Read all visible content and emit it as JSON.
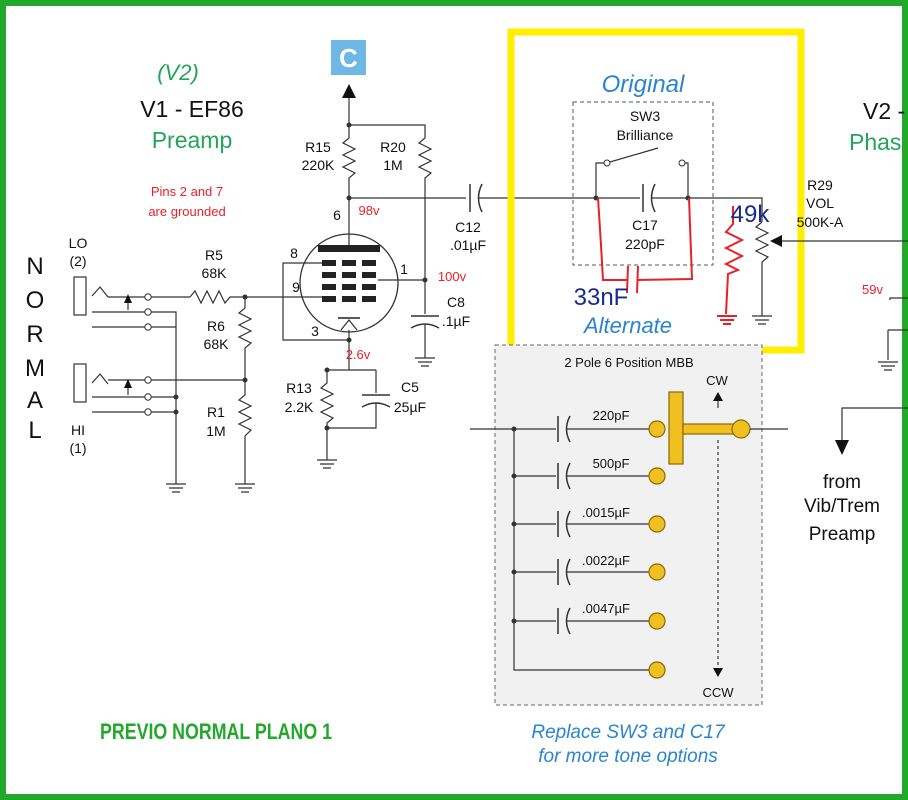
{
  "title_v2": "(V2)",
  "title_v1": "V1 - EF86",
  "title_preamp": "Preamp",
  "note_pins": [
    "Pins 2 and 7",
    "are grounded"
  ],
  "c_badge": "C",
  "normal_letters": [
    "N",
    "O",
    "R",
    "M",
    "A",
    "L"
  ],
  "jack_lo": [
    "LO",
    "(2)"
  ],
  "jack_hi": [
    "HI",
    "(1)"
  ],
  "resistors": {
    "r5": [
      "R5",
      "68K"
    ],
    "r6": [
      "R6",
      "68K"
    ],
    "r1": [
      "R1",
      "1M"
    ],
    "r15": [
      "R15",
      "220K"
    ],
    "r20": [
      "R20",
      "1M"
    ],
    "r13": [
      "R13",
      "2.2K"
    ]
  },
  "caps": {
    "c12": [
      "C12",
      ".01µF"
    ],
    "c8": [
      "C8",
      ".1µF"
    ],
    "c5": [
      "C5",
      "25µF"
    ]
  },
  "voltages": {
    "plate": "98v",
    "screen": "100v",
    "cathode": "2.6v",
    "v2": "59v"
  },
  "pins": [
    "6",
    "8",
    "9",
    "1",
    "3"
  ],
  "original_box": {
    "heading": "Original",
    "sw3": [
      "SW3",
      "Brilliance"
    ],
    "c17": [
      "C17",
      "220pF"
    ],
    "added_cap": "33nF",
    "added_res": "49k",
    "alternate": "Alternate"
  },
  "r29": [
    "R29",
    "VOL",
    "500K-A"
  ],
  "right_title": [
    "V2 -",
    "Phas"
  ],
  "vib_note": [
    "from",
    "Vib/Trem",
    "Preamp"
  ],
  "switch_box": {
    "title": "2 Pole 6 Position MBB",
    "cw": "CW",
    "ccw": "CCW",
    "caps": [
      "220pF",
      "500pF",
      ".0015µF",
      ".0022µF",
      ".0047µF"
    ]
  },
  "replace_note": [
    "Replace SW3 and C17",
    "for more tone options"
  ],
  "footer": "PREVIO NORMAL PLANO 1",
  "colors": {
    "border": "#22a82a",
    "highlight": "#ffee00",
    "red": "#e8202a",
    "green": "#22a55a",
    "blue": "#2b84d0",
    "navy": "#1a2a8c",
    "switch": "#f0c020"
  }
}
